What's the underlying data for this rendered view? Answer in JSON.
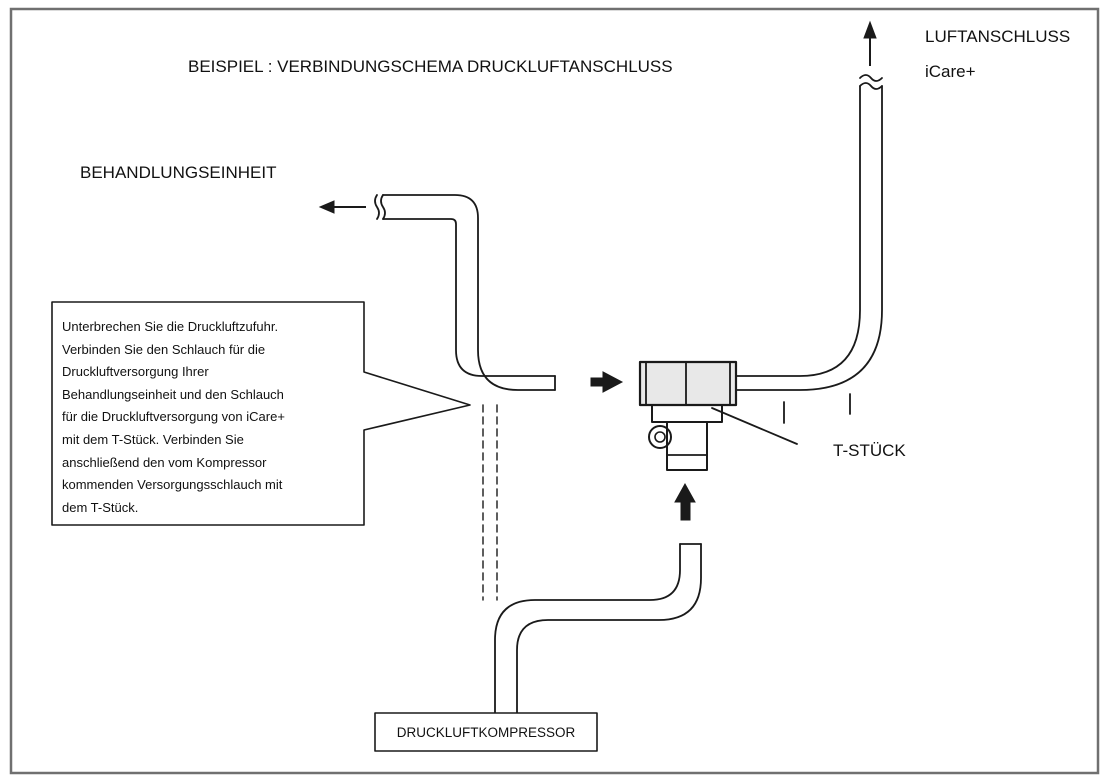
{
  "title": "BEISPIEL : VERBINDUNGSCHEMA DRUCKLUFTANSCHLUSS",
  "labels": {
    "treatment_unit": "BEHANDLUNGSEINHEIT",
    "air_connection_line1": "LUFTANSCHLUSS",
    "air_connection_line2": "iCare+",
    "t_piece": "T-STÜCK",
    "compressor": "DRUCKLUFTKOMPRESSOR"
  },
  "instruction_note": {
    "lines": [
      "Unterbrechen Sie die Druckluftzufuhr.",
      "Verbinden Sie den Schlauch für die",
      "Druckluftversorgung Ihrer",
      "Behandlungseinheit und den Schlauch",
      "für die Druckluftversorgung von iCare+",
      "mit dem T-Stück. Verbinden Sie",
      "anschließend den vom Kompressor",
      "kommenden Versorgungsschlauch mit",
      "dem T-Stück."
    ]
  },
  "colors": {
    "line": "#1a1a1a",
    "border": "#707070",
    "background": "#ffffff",
    "fitting_fill": "#e8e8e8"
  }
}
